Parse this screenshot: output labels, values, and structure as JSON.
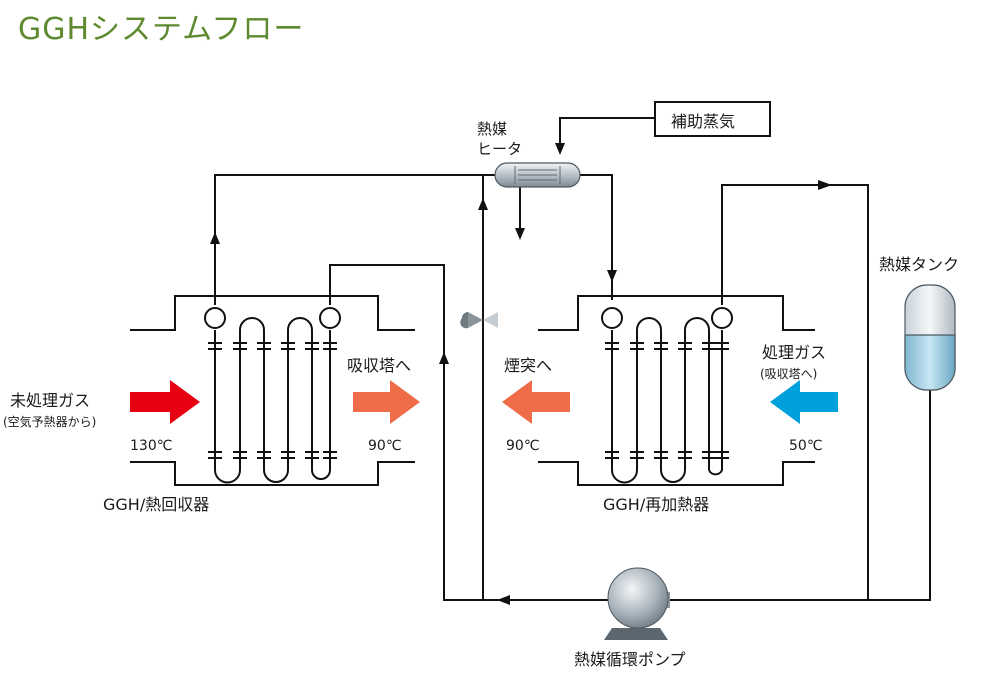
{
  "title": "GGHシステムフロー",
  "labels": {
    "heater_line1": "熱媒",
    "heater_line2": "ヒータ",
    "aux_steam": "補助蒸気",
    "tank": "熱媒タンク",
    "untreated_gas": "未処理ガス",
    "untreated_gas_sub": "(空気予熱器から)",
    "temp_in_left": "130℃",
    "to_absorber": "吸収塔へ",
    "temp_out_left": "90℃",
    "to_stack": "煙突へ",
    "temp_out_right": "90℃",
    "treated_gas": "処理ガス",
    "treated_gas_sub": "(吸収塔へ)",
    "temp_in_right": "50℃",
    "left_unit": "GGH/熱回収器",
    "right_unit": "GGH/再加熱器",
    "pump": "熱媒循環ポンプ"
  },
  "colors": {
    "title": "#5e8a2f",
    "hot_arrow": "#e60012",
    "warm_arrow": "#ee6c48",
    "cool_arrow": "#00a0dc",
    "tank_liquid": "#a8d4e6"
  }
}
